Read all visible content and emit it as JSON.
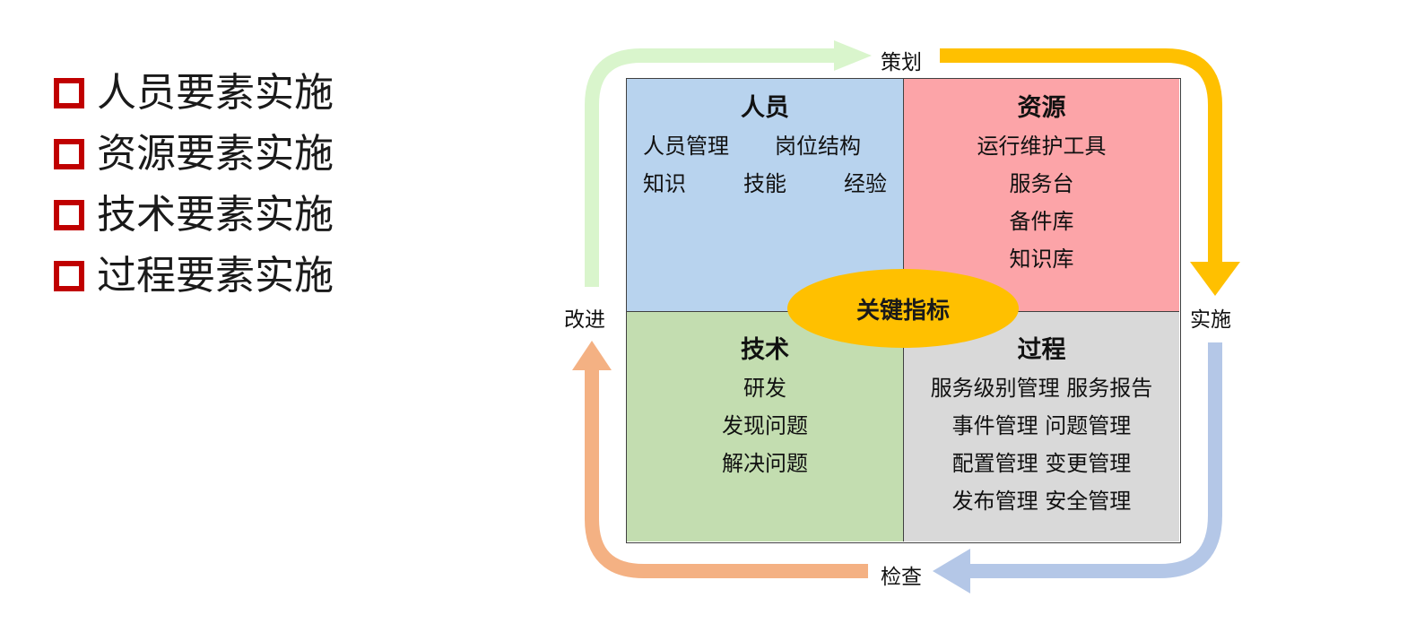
{
  "bullets": [
    {
      "label": "人员要素实施"
    },
    {
      "label": "资源要素实施"
    },
    {
      "label": "技术要素实施"
    },
    {
      "label": "过程要素实施"
    }
  ],
  "cycle": {
    "top": "策划",
    "right": "实施",
    "bottom": "检查",
    "left": "改进"
  },
  "quadrants": {
    "people": {
      "title": "人员",
      "row1": [
        "人员管理",
        "岗位结构"
      ],
      "row2": [
        "知识",
        "技能",
        "经验"
      ]
    },
    "resources": {
      "title": "资源",
      "items": [
        "运行维护工具",
        "服务台",
        "备件库",
        "知识库"
      ]
    },
    "technology": {
      "title": "技术",
      "items": [
        "研发",
        "发现问题",
        "解决问题"
      ]
    },
    "process": {
      "title": "过程",
      "items": [
        "服务级别管理 服务报告",
        "事件管理 问题管理",
        "配置管理 变更管理",
        "发布管理 安全管理"
      ]
    }
  },
  "center": {
    "label": "关键指标"
  },
  "colors": {
    "bullet_box": "#c00000",
    "people": "#b8d3ee",
    "resources": "#fca4a8",
    "technology": "#c3ddb0",
    "process": "#d9d9d9",
    "center": "#ffc000",
    "arrow_plan": "#ffc000",
    "arrow_do": "#b4c7e7",
    "arrow_check": "#f4b183",
    "arrow_act": "#d9f5cc"
  }
}
